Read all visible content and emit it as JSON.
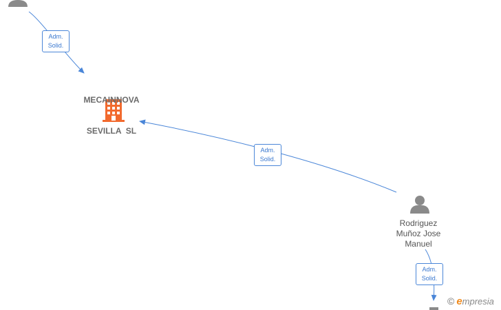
{
  "nodes": {
    "company": {
      "name_line1": "MECAINNOVA",
      "name_line2": "SEVILLA  SL"
    },
    "person_main": {
      "line1": "Rodriguez",
      "line2": "Muñoz Jose",
      "line3": "Manuel"
    }
  },
  "edges": [
    {
      "line1": "Adm.",
      "line2": "Solid."
    },
    {
      "line1": "Adm.",
      "line2": "Solid."
    },
    {
      "line1": "Adm.",
      "line2": "Solid."
    }
  ],
  "watermark": {
    "copyright": "©",
    "brand_initial": "e",
    "brand_rest": "mpresia"
  },
  "colors": {
    "edge": "#4a86d8",
    "company_icon": "#f26a2e",
    "person_icon": "#8a8a8a"
  }
}
